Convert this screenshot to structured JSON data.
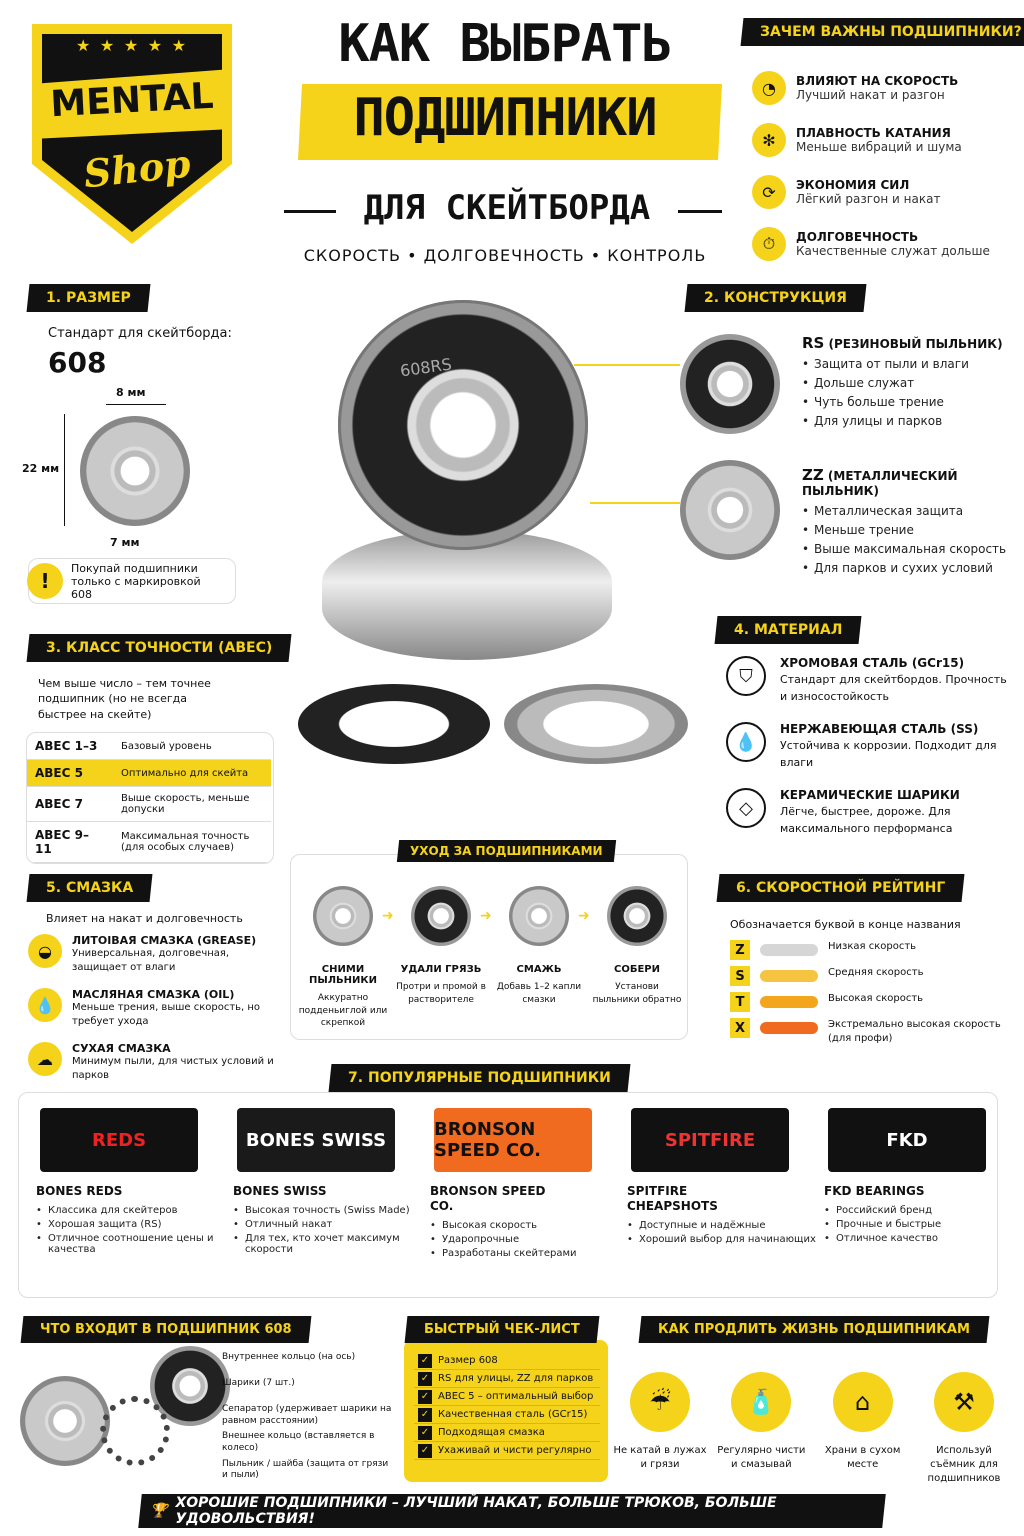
{
  "logo": {
    "top": "MENTAL",
    "bottom": "Shop",
    "stars": "★ ★ ★ ★ ★"
  },
  "title": {
    "line1": "КАК ВЫБРАТЬ",
    "line2": "ПОДШИПНИКИ",
    "line3": "ДЛЯ СКЕЙТБОРДА",
    "tagline": "СКОРОСТЬ • ДОЛГОВЕЧНОСТЬ • КОНТРОЛЬ"
  },
  "why": {
    "heading": "ЗАЧЕМ ВАЖНЫ ПОДШИПНИКИ?",
    "items": [
      {
        "title": "ВЛИЯЮТ НА СКОРОСТЬ",
        "text": "Лучший накат и разгон",
        "icon": "speedometer-icon",
        "glyph": "◔"
      },
      {
        "title": "ПЛАВНОСТЬ КАТАНИЯ",
        "text": "Меньше вибраций и шума",
        "icon": "gear-icon",
        "glyph": "✻"
      },
      {
        "title": "ЭКОНОМИЯ СИЛ",
        "text": "Лёгкий разгон и накат",
        "icon": "refresh-icon",
        "glyph": "⟳"
      },
      {
        "title": "ДОЛГОВЕЧНОСТЬ",
        "text": "Качественные служат дольше",
        "icon": "stopwatch-icon",
        "glyph": "⏱"
      }
    ]
  },
  "size": {
    "heading_num": "1.",
    "heading": "РАЗМЕР",
    "standard": "Стандарт для скейтборда:",
    "model": "608",
    "width": "8 мм",
    "diameter": "22 мм",
    "bore": "7 мм",
    "warning": "Покупай подшипники только с маркировкой 608",
    "warning_icon": "!"
  },
  "construction": {
    "heading_num": "2.",
    "heading": "КОНСТРУКЦИЯ",
    "rs_title": "RS",
    "rs_sub": "(РЕЗИНОВЫЙ ПЫЛЬНИК)",
    "rs_items": [
      "Защита от пыли и влаги",
      "Дольше служат",
      "Чуть больше трение",
      "Для улицы и парков"
    ],
    "zz_title": "ZZ",
    "zz_sub": "(МЕТАЛЛИЧЕСКИЙ ПЫЛЬНИК)",
    "zz_items": [
      "Металлическая защита",
      "Меньше трение",
      "Выше максимальная скорость",
      "Для парков и сухих условий"
    ],
    "marking": "608RS"
  },
  "abec": {
    "heading_num": "3.",
    "heading": "КЛАСС ТОЧНОСТИ (ABEC)",
    "intro": "Чем выше число – тем точнее подшипник (но не всегда быстрее на скейте)",
    "rows": [
      {
        "c": "ABEC 1–3",
        "d": "Базовый уровень"
      },
      {
        "c": "ABEC 5",
        "d": "Оптимально для скейта"
      },
      {
        "c": "ABEC 7",
        "d": "Выше скорость, меньше допуски"
      },
      {
        "c": "ABEC 9–11",
        "d": "Максимальная точность (для особых случаев)"
      }
    ]
  },
  "material": {
    "heading_num": "4.",
    "heading": "МАТЕРИАЛ",
    "items": [
      {
        "title": "ХРОМОВАЯ СТАЛЬ (GCr15)",
        "text": "Стандарт для скейтбордов. Прочность и износостойкость",
        "icon": "shield-icon",
        "glyph": "⛉"
      },
      {
        "title": "НЕРЖАВЕЮЩАЯ СТАЛЬ (SS)",
        "text": "Устойчива к коррозии. Подходит для влаги",
        "icon": "drop-icon",
        "glyph": "💧"
      },
      {
        "title": "КЕРАМИЧЕСКИЕ ШАРИКИ",
        "text": "Лёгче, быстрее, дороже. Для максимального перформанса",
        "icon": "diamond-icon",
        "glyph": "◇"
      }
    ]
  },
  "care": {
    "heading": "УХОД ЗА ПОДШИПНИКАМИ",
    "steps": [
      {
        "t": "СНИМИ ПЫЛЬНИКИ",
        "d": "Аккуратно подденьиглой или скрепкой"
      },
      {
        "t": "УДАЛИ ГРЯЗЬ",
        "d": "Протри и промой в растворителе"
      },
      {
        "t": "СМАЖЬ",
        "d": "Добавь 1–2 капли смазки"
      },
      {
        "t": "СОБЕРИ",
        "d": "Установи пыльники обратно"
      }
    ],
    "arrow": "➜"
  },
  "lube": {
    "heading_num": "5.",
    "heading": "СМАЗКА",
    "intro": "Влияет на накат и долговечность",
    "items": [
      {
        "title": "ЛИТОІВАЯ СМАЗКА (GREASE)",
        "text": "Универсальная, долговечная, защищает от влаги",
        "icon": "grease-icon",
        "glyph": "◒"
      },
      {
        "title": "МАСЛЯНАЯ СМАЗКА (OIL)",
        "text": "Меньше трения, выше скорость, но требует ухода",
        "icon": "oil-drop-icon",
        "glyph": "💧"
      },
      {
        "title": "СУХАЯ СМАЗКА",
        "text": "Минимум пыли, для чистых условий и парков",
        "icon": "dry-lube-icon",
        "glyph": "☁"
      }
    ]
  },
  "speed": {
    "heading_num": "6.",
    "heading": "СКОРОСТНОЙ РЕЙТИНГ",
    "intro": "Обозначается буквой в конце названия",
    "rows": [
      {
        "l": "Z",
        "d": "Низкая скорость",
        "color": "#d6d6d6"
      },
      {
        "l": "S",
        "d": "Средняя скорость",
        "color": "#f5c542"
      },
      {
        "l": "T",
        "d": "Высокая скорость",
        "color": "#f3a61c"
      },
      {
        "l": "X",
        "d": "Экстремально высокая скорость (для профи)",
        "color": "#f06a1f"
      }
    ]
  },
  "popular": {
    "heading_num": "7.",
    "heading": "ПОПУЛЯРНЫЕ ПОДШИПНИКИ",
    "brands": [
      {
        "logo": "REDS",
        "name": "BONES REDS",
        "items": [
          "Классика для скейтеров",
          "Хорошая защита (RS)",
          "Отличное соотношение цены и качества"
        ],
        "bg": "#111",
        "fg": "#e22"
      },
      {
        "logo": "BONES SWISS",
        "name": "BONES SWISS",
        "items": [
          "Высокая точность (Swiss Made)",
          "Отличный накат",
          "Для тех, кто хочет максимум скорости"
        ],
        "bg": "#1a1a1a",
        "fg": "#fff"
      },
      {
        "logo": "BRONSON SPEED CO.",
        "name": "BRONSON SPEED CO.",
        "items": [
          "Высокая скорость",
          "Ударопрочные",
          "Разработаны скейтерами"
        ],
        "bg": "#f06a1f",
        "fg": "#111"
      },
      {
        "logo": "SPITFIRE",
        "name": "SPITFIRE CHEAPSHOTS",
        "items": [
          "Доступные и надёжные",
          "Хороший выбор для начинающих"
        ],
        "bg": "#111",
        "fg": "#e33"
      },
      {
        "logo": "FKD",
        "name": "FKD BEARINGS",
        "items": [
          "Российский бренд",
          "Прочные и быстрые",
          "Отличное качество"
        ],
        "bg": "#111",
        "fg": "#fff"
      }
    ]
  },
  "parts": {
    "heading": "ЧТО ВХОДИТ В ПОДШИПНИК 608",
    "items": [
      "Внутреннее кольцо (на ось)",
      "Шарики (7 шт.)",
      "Сепаратор (удерживает шарики на равном расстоянии)",
      "Внешнее кольцо (вставляется в колесо)",
      "Пыльник / шайба (защита от грязи и пыли)"
    ]
  },
  "checklist": {
    "heading": "БЫСТРЫЙ ЧЕК-ЛИСТ",
    "items": [
      "Размер 608",
      "RS для улицы, ZZ для парков",
      "ABEC 5 – оптимальный выбор",
      "Качественная сталь (GCr15)",
      "Подходящая смазка",
      "Ухаживай и чисти регулярно"
    ]
  },
  "life": {
    "heading": "КАК ПРОДЛИТЬ ЖИЗНЬ ПОДШИПНИКАМ",
    "items": [
      {
        "text": "Не катай в лужах и грязи",
        "icon": "puddle-icon",
        "glyph": "☔"
      },
      {
        "text": "Регулярно чисти и смазывай",
        "icon": "cleaning-icon",
        "glyph": "🧴"
      },
      {
        "text": "Храни в сухом месте",
        "icon": "house-icon",
        "glyph": "⌂"
      },
      {
        "text": "Используй съёмник для подшипников",
        "icon": "puller-tool-icon",
        "glyph": "⚒"
      }
    ]
  },
  "footer": {
    "text": "ХОРОШИЕ ПОДШИПНИКИ – ЛУЧШИЙ НАКАТ, БОЛЬШЕ ТРЮКОВ, БОЛЬШЕ УДОВОЛЬСТВИЯ!",
    "icon": "🏆"
  }
}
